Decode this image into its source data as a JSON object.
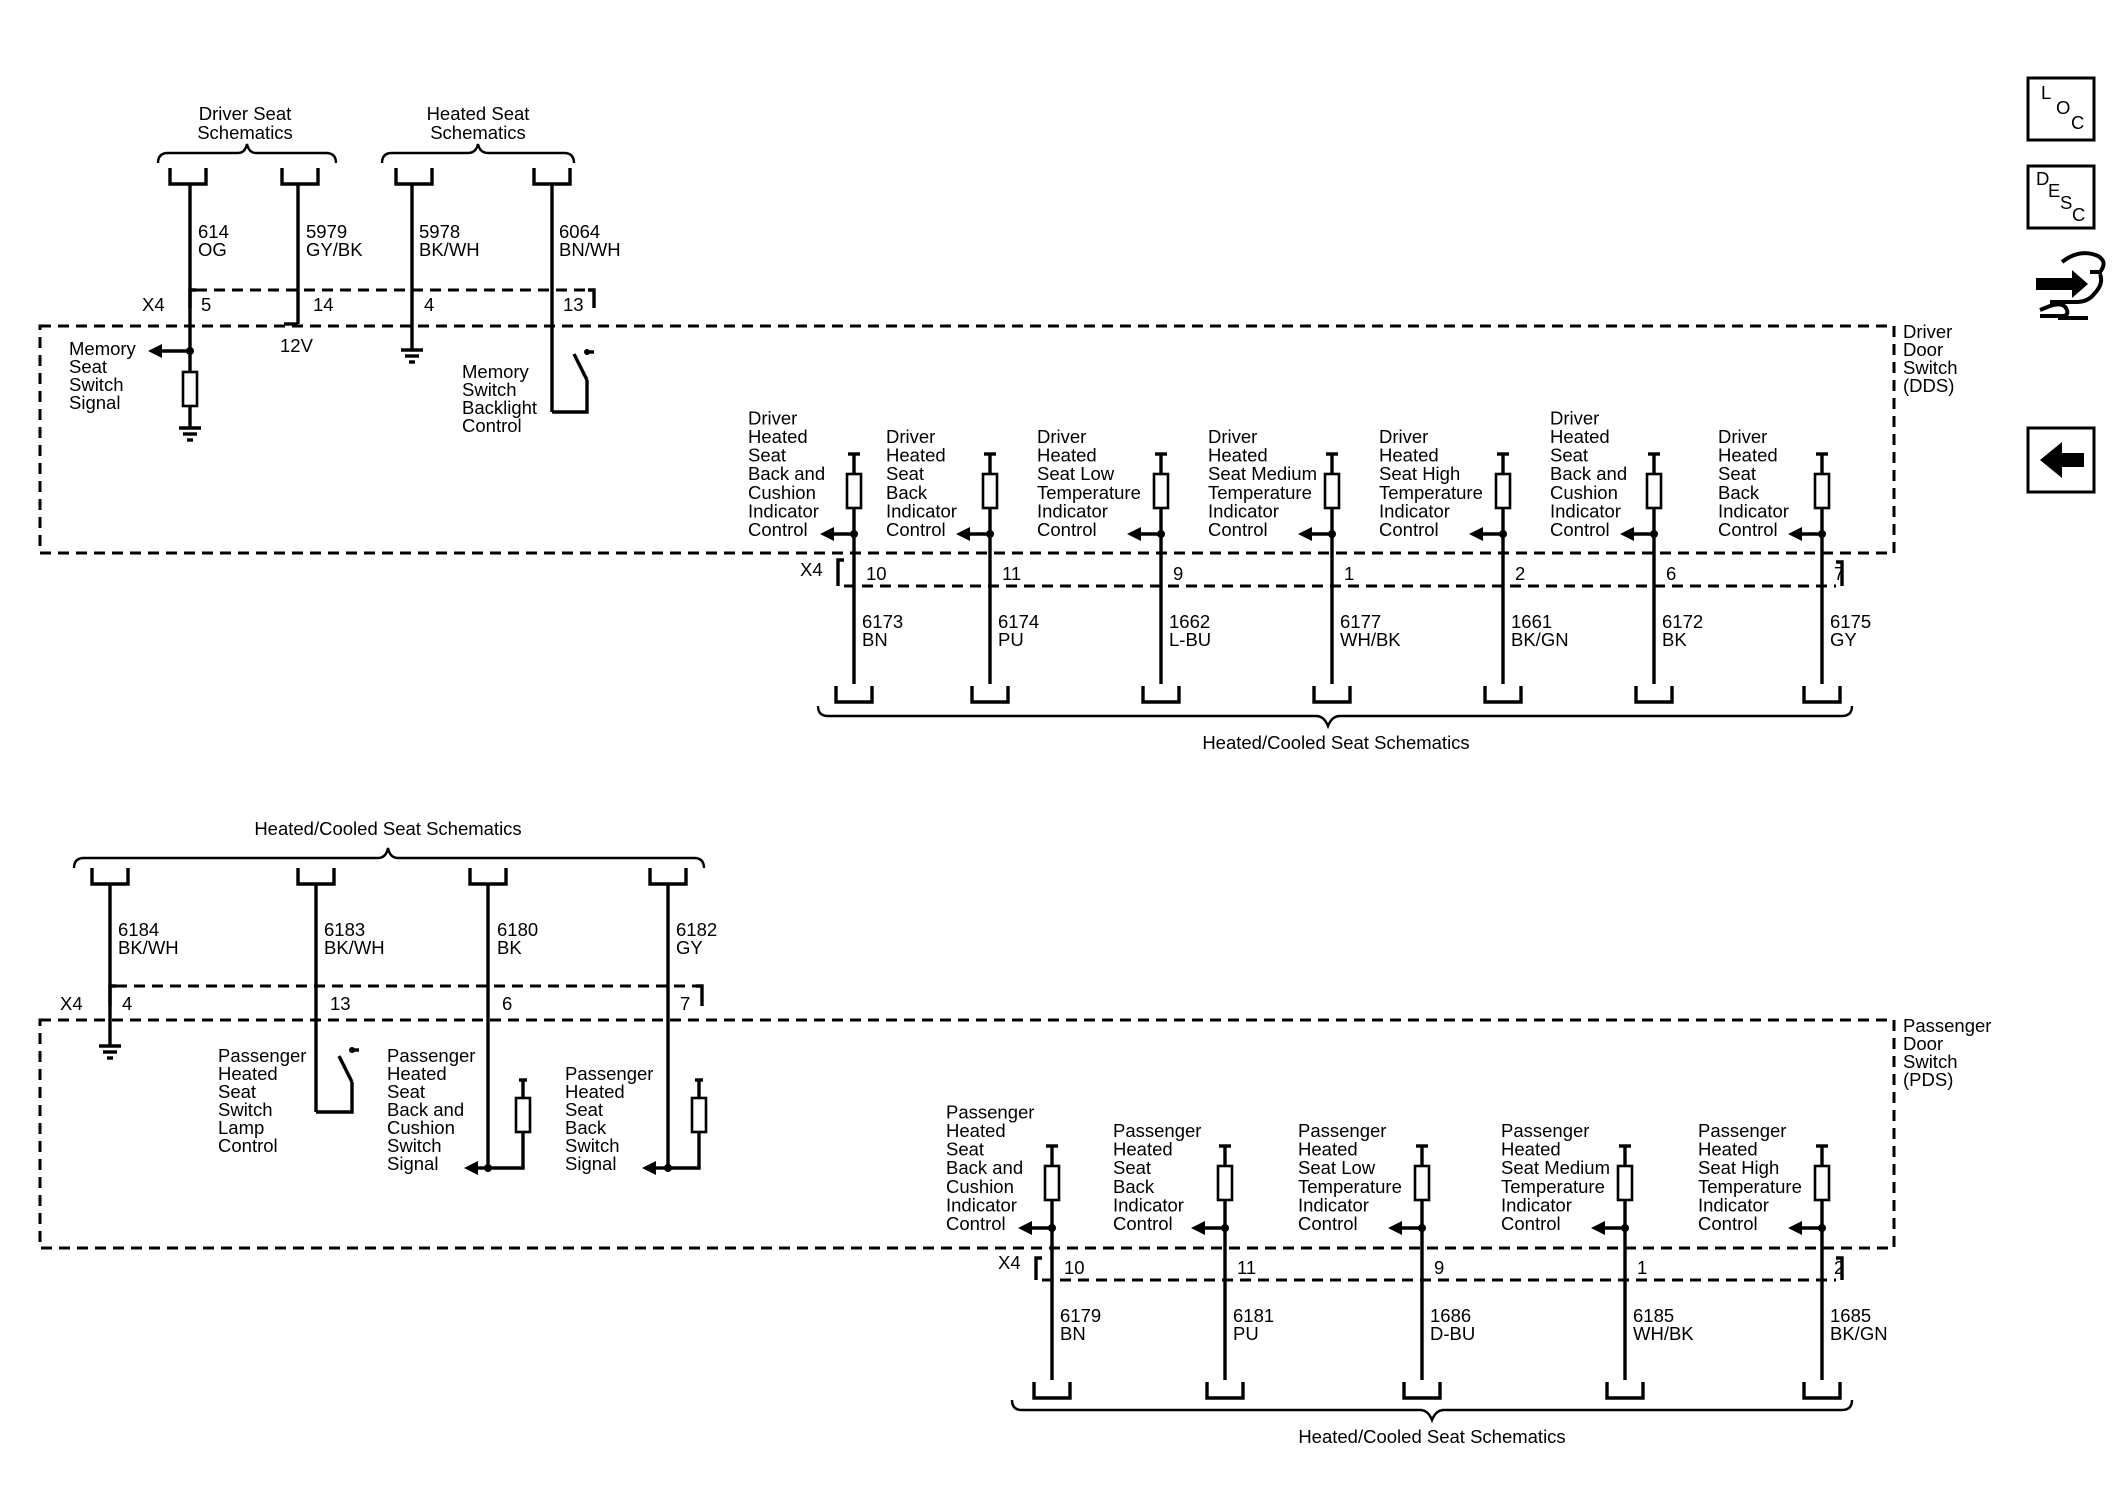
{
  "top": {
    "top_refs": [
      {
        "l1": "Driver Seat",
        "l2": "Schematics"
      },
      {
        "l1": "Heated Seat",
        "l2": "Schematics"
      }
    ],
    "conn_name": "X4",
    "upper_wires": [
      {
        "circuit": "614",
        "color": "OG",
        "pin": "5"
      },
      {
        "circuit": "5979",
        "color": "GY/BK",
        "pin": "14"
      },
      {
        "circuit": "5978",
        "color": "BK/WH",
        "pin": "4"
      },
      {
        "circuit": "6064",
        "color": "BN/WH",
        "pin": "13"
      }
    ],
    "v12": "12V",
    "memory_signal": [
      "Memory",
      "Seat",
      "Switch",
      "Signal"
    ],
    "backlight": [
      "Memory",
      "Switch",
      "Backlight",
      "Control"
    ],
    "module": [
      "Driver",
      "Door",
      "Switch",
      "(DDS)"
    ],
    "indicators": [
      {
        "label": [
          "Driver",
          "Heated",
          "Seat",
          "Back and",
          "Cushion",
          "Indicator",
          "Control"
        ],
        "pin": "10",
        "circuit": "6173",
        "color": "BN"
      },
      {
        "label": [
          "Driver",
          "Heated",
          "Seat",
          "Back",
          "Indicator",
          "Control"
        ],
        "pin": "11",
        "circuit": "6174",
        "color": "PU"
      },
      {
        "label": [
          "Driver",
          "Heated",
          "Seat Low",
          "Temperature",
          "Indicator",
          "Control"
        ],
        "pin": "9",
        "circuit": "1662",
        "color": "L-BU"
      },
      {
        "label": [
          "Driver",
          "Heated",
          "Seat Medium",
          "Temperature",
          "Indicator",
          "Control"
        ],
        "pin": "1",
        "circuit": "6177",
        "color": "WH/BK"
      },
      {
        "label": [
          "Driver",
          "Heated",
          "Seat High",
          "Temperature",
          "Indicator",
          "Control"
        ],
        "pin": "2",
        "circuit": "1661",
        "color": "BK/GN"
      },
      {
        "label": [
          "Driver",
          "Heated",
          "Seat",
          "Back and",
          "Cushion",
          "Indicator",
          "Control"
        ],
        "pin": "6",
        "circuit": "6172",
        "color": "BK"
      },
      {
        "label": [
          "Driver",
          "Heated",
          "Seat",
          "Back",
          "Indicator",
          "Control"
        ],
        "pin": "7",
        "circuit": "6175",
        "color": "GY"
      }
    ],
    "bottom_ref": "Heated/Cooled Seat Schematics"
  },
  "bottom": {
    "top_ref": "Heated/Cooled Seat Schematics",
    "conn_name": "X4",
    "upper_wires": [
      {
        "circuit": "6184",
        "color": "BK/WH",
        "pin": "4"
      },
      {
        "circuit": "6183",
        "color": "BK/WH",
        "pin": "13"
      },
      {
        "circuit": "6180",
        "color": "BK",
        "pin": "6"
      },
      {
        "circuit": "6182",
        "color": "GY",
        "pin": "7"
      }
    ],
    "lamp": [
      "Passenger",
      "Heated",
      "Seat",
      "Switch",
      "Lamp",
      "Control"
    ],
    "switch_signals": [
      [
        "Passenger",
        "Heated",
        "Seat",
        "Back and",
        "Cushion",
        "Switch",
        "Signal"
      ],
      [
        "Passenger",
        "Heated",
        "Seat",
        "Back",
        "Switch",
        "Signal"
      ]
    ],
    "module": [
      "Passenger",
      "Door",
      "Switch",
      "(PDS)"
    ],
    "indicators": [
      {
        "label": [
          "Passenger",
          "Heated",
          "Seat",
          "Back and",
          "Cushion",
          "Indicator",
          "Control"
        ],
        "pin": "10",
        "circuit": "6179",
        "color": "BN"
      },
      {
        "label": [
          "Passenger",
          "Heated",
          "Seat",
          "Back",
          "Indicator",
          "Control"
        ],
        "pin": "11",
        "circuit": "6181",
        "color": "PU"
      },
      {
        "label": [
          "Passenger",
          "Heated",
          "Seat Low",
          "Temperature",
          "Indicator",
          "Control"
        ],
        "pin": "9",
        "circuit": "1686",
        "color": "D-BU"
      },
      {
        "label": [
          "Passenger",
          "Heated",
          "Seat Medium",
          "Temperature",
          "Indicator",
          "Control"
        ],
        "pin": "1",
        "circuit": "6185",
        "color": "WH/BK"
      },
      {
        "label": [
          "Passenger",
          "Heated",
          "Seat High",
          "Temperature",
          "Indicator",
          "Control"
        ],
        "pin": "2",
        "circuit": "1685",
        "color": "BK/GN"
      }
    ],
    "bottom_ref": "Heated/Cooled Seat Schematics"
  },
  "nav": {
    "loc": [
      "L",
      "O",
      "C"
    ],
    "desc": [
      "D",
      "E",
      "S",
      "C"
    ],
    "icons": [
      "loc-icon",
      "desc-icon",
      "connector-hand-icon",
      "back-arrow-icon"
    ]
  }
}
